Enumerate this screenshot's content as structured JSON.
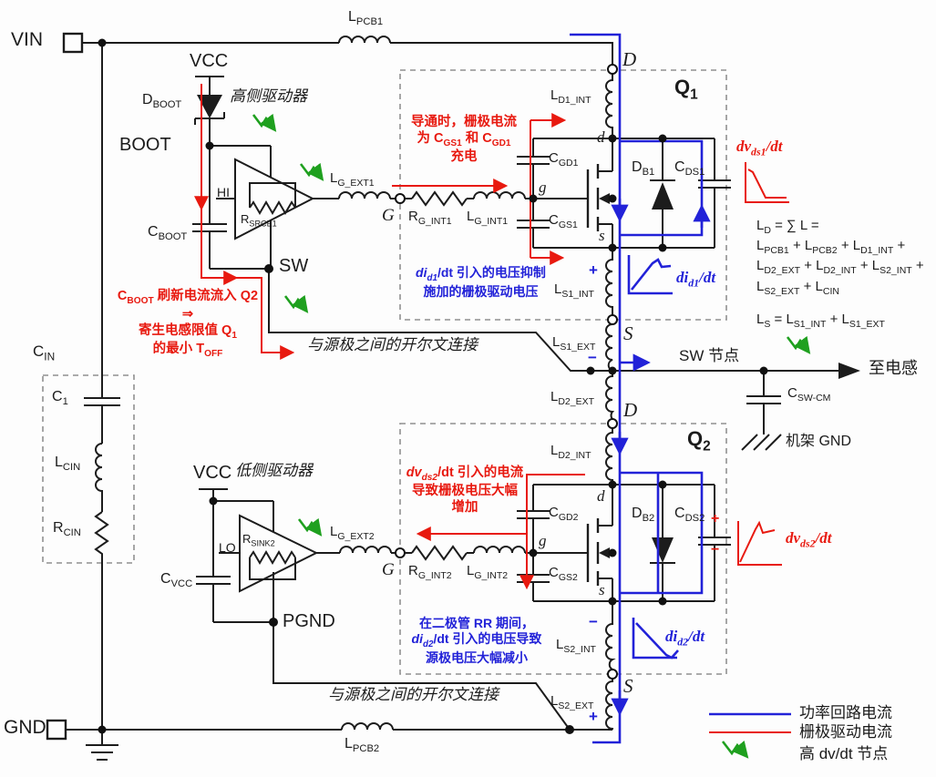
{
  "colors": {
    "power_loop": "#2222d8",
    "gate_drive": "#e8190f",
    "high_dvdt": "#1fa01f",
    "wire": "#1c1c1c",
    "dashed": "#909090"
  },
  "ports": {
    "vin": "VIN",
    "gnd": "GND",
    "vcc": "VCC",
    "boot": "BOOT",
    "sw": "SW",
    "pgnd": "PGND",
    "hi": "HI",
    "lo": "LO"
  },
  "nodes": {
    "G": "G",
    "D": "D",
    "S": "S",
    "d": "d",
    "g": "g",
    "s": "s"
  },
  "transistors": {
    "q1": [
      "Q",
      "1"
    ],
    "q2": [
      "Q",
      "2"
    ]
  },
  "drivers": {
    "high": "高侧驱动器",
    "low": "低侧驱动器"
  },
  "components": {
    "lpcb1": {
      "m": "L",
      "s": "PCB1"
    },
    "lpcb2": {
      "m": "L",
      "s": "PCB2"
    },
    "dboot": {
      "m": "D",
      "s": "BOOT"
    },
    "cboot": {
      "m": "C",
      "s": "BOOT"
    },
    "rsrce1": {
      "m": "R",
      "s": "SRCE1"
    },
    "rsink2": {
      "m": "R",
      "s": "SINK2"
    },
    "cvcc": {
      "m": "C",
      "s": "VCC"
    },
    "lgext1": {
      "m": "L",
      "s": "G_EXT1"
    },
    "rgint1": {
      "m": "R",
      "s": "G_INT1"
    },
    "lgint1": {
      "m": "L",
      "s": "G_INT1"
    },
    "lgext2": {
      "m": "L",
      "s": "G_EXT2"
    },
    "rgint2": {
      "m": "R",
      "s": "G_INT2"
    },
    "lgint2": {
      "m": "L",
      "s": "G_INT2"
    },
    "ld1int": {
      "m": "L",
      "s": "D1_INT"
    },
    "ld2int": {
      "m": "L",
      "s": "D2_INT"
    },
    "ld2ext": {
      "m": "L",
      "s": "D2_EXT"
    },
    "cgd1": {
      "m": "C",
      "s": "GD1"
    },
    "cgs1": {
      "m": "C",
      "s": "GS1"
    },
    "cgd2": {
      "m": "C",
      "s": "GD2"
    },
    "cgs2": {
      "m": "C",
      "s": "GS2"
    },
    "db1": {
      "m": "D",
      "s": "B1"
    },
    "db2": {
      "m": "D",
      "s": "B2"
    },
    "cds1": {
      "m": "C",
      "s": "DS1"
    },
    "cds2": {
      "m": "C",
      "s": "DS2"
    },
    "ls1int": {
      "m": "L",
      "s": "S1_INT"
    },
    "ls1ext": {
      "m": "L",
      "s": "S1_EXT"
    },
    "ls2int": {
      "m": "L",
      "s": "S2_INT"
    },
    "ls2ext": {
      "m": "L",
      "s": "S2_EXT"
    },
    "cswcm": {
      "m": "C",
      "s": "SW-CM"
    },
    "cin": {
      "m": "C",
      "s": "IN"
    },
    "c1": {
      "m": "C",
      "s": "1"
    },
    "lcin": {
      "m": "L",
      "s": "CIN"
    },
    "rcin": {
      "m": "R",
      "s": "CIN"
    }
  },
  "annotations": {
    "turn_on": {
      "l1": "导通时，栅极电流",
      "l2": [
        "为 C",
        "GS1",
        " 和 C",
        "GD1"
      ],
      "l3": "充电"
    },
    "didt1": {
      "l1": [
        "di",
        "d1",
        "/dt 引入的电压抑制"
      ],
      "l2": "施加的栅极驱动电压"
    },
    "cboot": {
      "l1": [
        "C",
        "BOOT",
        " 刷新电流流入 Q2"
      ],
      "l2": "⇒",
      "l3": [
        "寄生电感限值 Q",
        "1"
      ],
      "l4": [
        "的最小 T",
        "OFF"
      ]
    },
    "dvdt2": {
      "l1": [
        "dv",
        "ds2",
        "/dt 引入的电流"
      ],
      "l2": "导致栅极电压大幅",
      "l3": "增加"
    },
    "didt2": {
      "l1": "在二极管 RR 期间，",
      "l2": [
        "di",
        "d2",
        "/dt 引入的电压导致"
      ],
      "l3": "源极电压大幅减小"
    }
  },
  "equations": {
    "ld": [
      [
        "L",
        "D",
        " = ∑ L ="
      ],
      [
        "L",
        "PCB1",
        " + L",
        "PCB2",
        " + L",
        "D1_INT",
        " +"
      ],
      [
        "L",
        "D2_EXT",
        " + L",
        "D2_INT",
        " + L",
        "S2_INT",
        " +"
      ],
      [
        "L",
        "S2_EXT",
        " + L",
        "CIN"
      ]
    ],
    "ls": [
      "L",
      "S",
      " = L",
      "S1_INT",
      " + L",
      "S1_EXT"
    ]
  },
  "waveforms": {
    "dvds1": [
      "dv",
      "ds1",
      "/dt"
    ],
    "dids1": [
      "di",
      "d1",
      "/dt"
    ],
    "dvds2": [
      "dv",
      "ds2",
      "/dt"
    ],
    "dids2": [
      "di",
      "d2",
      "/dt"
    ]
  },
  "labels": {
    "sw_node": "SW 节点",
    "to_inductor": "至电感",
    "chassis_gnd": "机架 GND",
    "kelvin_top": "与源极之间的开尔文连接",
    "kelvin_bottom": "与源极之间的开尔文连接"
  },
  "legend": {
    "power": "功率回路电流",
    "gate": "栅极驱动电流",
    "dvdt": "高 dv/dt 节点"
  },
  "signs": {
    "plus": "+",
    "minus": "−"
  }
}
